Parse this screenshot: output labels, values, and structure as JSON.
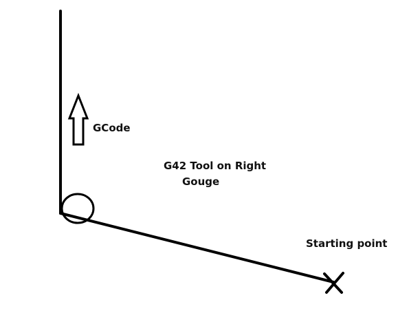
{
  "diagram": {
    "labels": {
      "gcode": "GCode",
      "tool_side": "G42 Tool on Right",
      "gouge": "Gouge",
      "starting_point": "Starting point"
    },
    "colors": {
      "stroke": "#000000",
      "text": "#111111",
      "background": "#ffffff"
    },
    "icons": {
      "direction_arrow": "up-arrow-outline",
      "start_marker": "x-mark",
      "tool": "circle"
    }
  }
}
